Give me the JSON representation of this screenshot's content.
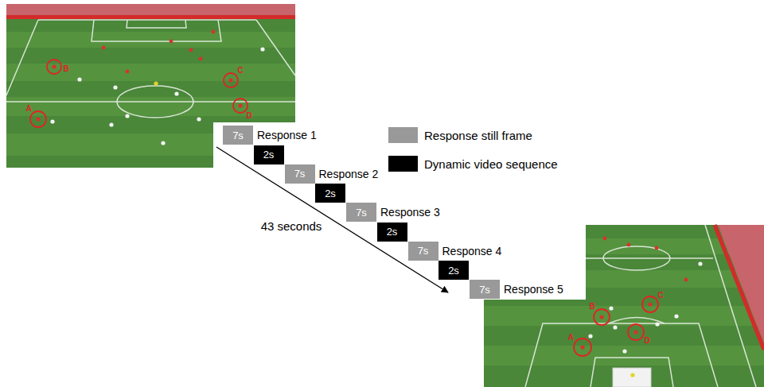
{
  "diagram": {
    "nodes": [
      {
        "text": [
          "7s",
          "Response 1"
        ]
      },
      {
        "text": [
          "2s"
        ]
      },
      {
        "text": [
          "7s",
          "Response 2"
        ]
      },
      {
        "text": [
          "2s"
        ]
      },
      {
        "text": [
          "7s",
          "Response 3"
        ]
      },
      {
        "text": [
          "2s"
        ]
      },
      {
        "text": [
          "7s",
          "Response 4"
        ]
      },
      {
        "text": [
          "2s"
        ]
      },
      {
        "text": [
          "7s",
          "Response 5"
        ]
      }
    ],
    "labels": [
      "A",
      "B",
      "C",
      "D",
      "43 seconds",
      "A",
      "B",
      "C",
      "D"
    ],
    "legend": [
      {
        "text": "Response still frame",
        "color": "#999999"
      },
      {
        "text": "Dynamic video sequence",
        "color": "#000000"
      }
    ]
  }
}
